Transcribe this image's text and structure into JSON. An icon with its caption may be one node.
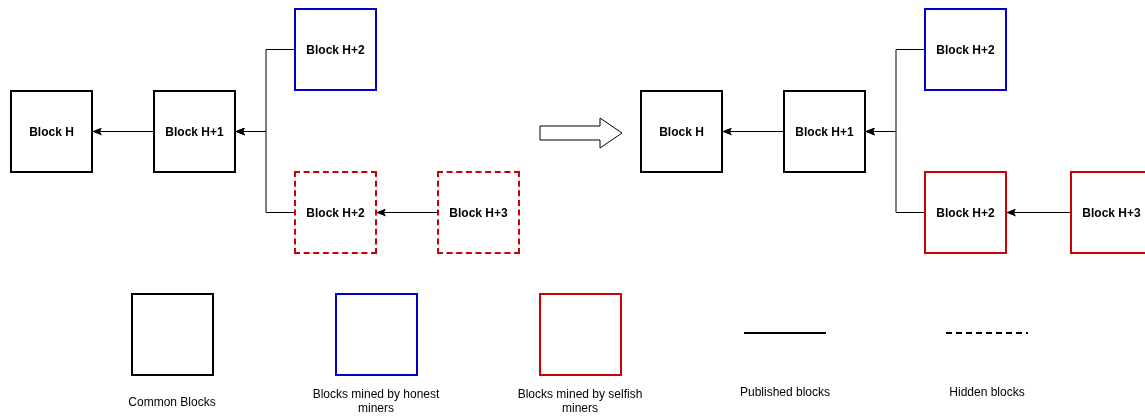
{
  "diagram": {
    "nodes": [
      {
        "text": [
          "Block H"
        ]
      },
      {
        "text": [
          "Block H+1"
        ]
      },
      {
        "text": [
          "Block H+2"
        ]
      },
      {
        "text": [
          "Block H+2"
        ]
      },
      {
        "text": [
          "Block H+3"
        ]
      },
      {
        "text": [
          "Block H"
        ]
      },
      {
        "text": [
          "Block H+1"
        ]
      },
      {
        "text": [
          "Block H+2"
        ]
      },
      {
        "text": [
          "Block H+2"
        ]
      },
      {
        "text": [
          "Block H+3"
        ]
      }
    ],
    "edges": [
      {
        "from": 1,
        "to": 0,
        "arrow": "to"
      },
      {
        "from": 2,
        "to": 1,
        "arrow": "to"
      },
      {
        "from": 3,
        "to": 1,
        "arrow": "to"
      },
      {
        "from": 4,
        "to": 3,
        "arrow": "to"
      },
      {
        "from": 6,
        "to": 5,
        "arrow": "to"
      },
      {
        "from": 7,
        "to": 6,
        "arrow": "to"
      },
      {
        "from": 8,
        "to": 6,
        "arrow": "to"
      },
      {
        "from": 9,
        "to": 8,
        "arrow": "to"
      }
    ],
    "legend": [
      {
        "text": "Common Blocks",
        "color": "#000000"
      },
      {
        "text": "Blocks mined by honest miners",
        "color": "#0000cc"
      },
      {
        "text": "Blocks mined by selfish miners",
        "color": "#cc0000"
      },
      {
        "text": "Published blocks"
      },
      {
        "text": "Hidden blocks"
      }
    ]
  }
}
